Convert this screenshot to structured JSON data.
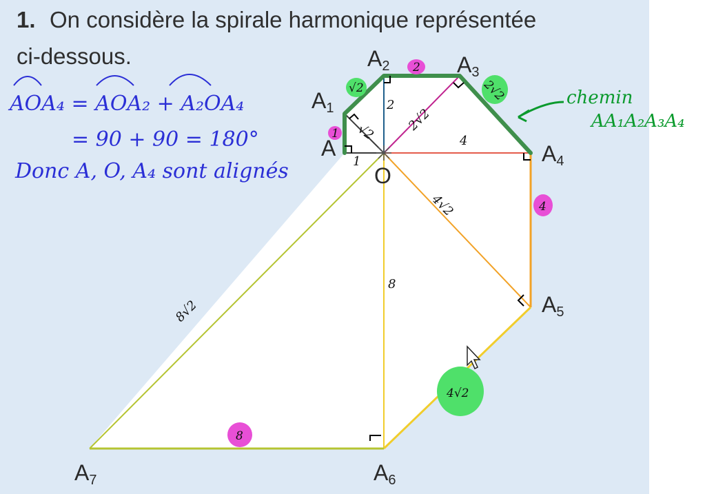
{
  "title": {
    "number": "1.",
    "line1": "On considère la spirale harmonique représentée",
    "line2": "ci-dessous."
  },
  "points": {
    "A": "A",
    "O": "O",
    "A1": {
      "letter": "A",
      "sub": "1"
    },
    "A2": {
      "letter": "A",
      "sub": "2"
    },
    "A3": {
      "letter": "A",
      "sub": "3"
    },
    "A4": {
      "letter": "A",
      "sub": "4"
    },
    "A5": {
      "letter": "A",
      "sub": "5"
    },
    "A6": {
      "letter": "A",
      "sub": "6"
    },
    "A7": {
      "letter": "A",
      "sub": "7"
    }
  },
  "annotations": {
    "blue_line1": "AOA₄ = AOA₂ + A₂OA₄",
    "blue_line2": "= 90 + 90 = 180°",
    "blue_line3": "Donc A, O, A₄ sont alignés",
    "green_line1": "chemin",
    "green_line2": "AA₁A₂A₃A₄",
    "seg_A_O": "1",
    "seg_O_A1": "√2",
    "seg_O_A2": "2",
    "seg_O_A3": "2√2",
    "seg_O_A4": "4",
    "seg_O_A5": "4√2",
    "seg_O_A6": "8",
    "seg_O_A7": "8√2",
    "hl_AA1": "1",
    "hl_A1A2": "√2",
    "hl_A2A3": "2",
    "hl_A3A4": "2√2",
    "hl_A4A5": "4",
    "hl_A5A6": "4√2",
    "hl_A6A7": "8"
  },
  "colors": {
    "background": "#dde9f5",
    "polygon_fill": "#ffffff",
    "edge_blue": "#1f5f8b",
    "edge_magenta": "#c0238f",
    "edge_red": "#e45b4b",
    "edge_orange": "#f2a227",
    "edge_yellow": "#f1cd2c",
    "edge_olive": "#b5c432",
    "edge_dark": "#3a3a3a",
    "path_green": "#3f8f4c",
    "highlight_magenta": "#e84fd6",
    "highlight_green": "#4fe06a",
    "ink_blue": "#2b2fd6",
    "ink_green": "#0b9a2d"
  }
}
